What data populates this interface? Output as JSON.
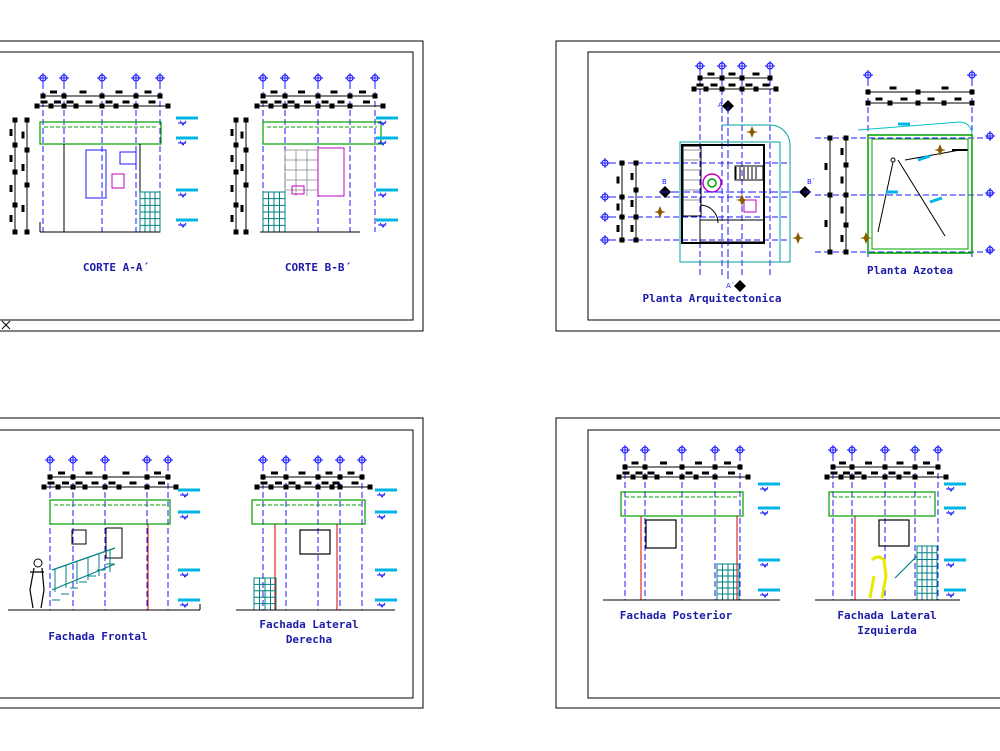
{
  "labels": {
    "corte_a": "CORTE A-A´",
    "corte_b": "CORTE B-B´",
    "planta_arq": "Planta Arquitectonica",
    "planta_azotea": "Planta Azotea",
    "fachada_frontal": "Fachada Frontal",
    "fachada_lat_der_1": "Fachada Lateral",
    "fachada_lat_der_2": "Derecha",
    "fachada_posterior": "Fachada Posterior",
    "fachada_lat_izq_1": "Fachada Lateral",
    "fachada_lat_izq_2": "Izquierda",
    "plan_mark_a_top": "A",
    "plan_mark_a_bottom": "A´",
    "plan_mark_b_left": "B",
    "plan_mark_b_right": "B´"
  },
  "colors": {
    "sheet_border": "#000000",
    "label": "#1c1ca8",
    "axis": "#1a1aff",
    "level_marker": "#00b4e6",
    "green_line": "#00a000",
    "red_line": "#d00000",
    "magenta_line": "#c000c0",
    "yellow_figure": "#e8e800",
    "dim_tick": "#000000"
  }
}
